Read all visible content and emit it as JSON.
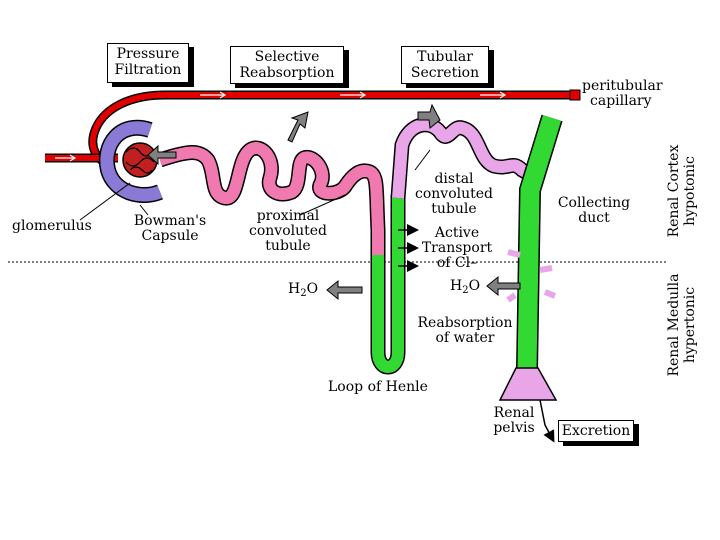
{
  "colors": {
    "capillary": "#e00000",
    "tubule_pink": "#f07ab0",
    "tubule_light": "#e8a6e8",
    "loop_green": "#33d933",
    "capsule": "#8a7ad6",
    "arrow_gray": "#808080"
  },
  "process_labels": {
    "pressure_filtration": [
      "Pressure",
      "Filtration"
    ],
    "selective_reabsorption": [
      "Selective",
      "Reabsorption"
    ],
    "tubular_secretion": [
      "Tubular",
      "Secretion"
    ],
    "excretion": "Excretion"
  },
  "structure_labels": {
    "peritubular_capillary": [
      "peritubular",
      "capillary"
    ],
    "glomerulus": "glomerulus",
    "bowmans_capsule": [
      "Bowman's",
      "Capsule"
    ],
    "proximal_tubule": [
      "proximal",
      "convoluted",
      "tubule"
    ],
    "distal_tubule": [
      "distal",
      "convoluted",
      "tubule"
    ],
    "collecting_duct": [
      "Collecting",
      "duct"
    ],
    "active_transport": [
      "Active",
      "Transport",
      "of Cl–"
    ],
    "h2o_left": "H",
    "h2o_right": "H",
    "water_sub": "2",
    "water_o": "O",
    "reabsorption_water": [
      "Reabsorption",
      "of water"
    ],
    "loop_of_henle": "Loop of Henle",
    "renal_pelvis": [
      "Renal",
      "pelvis"
    ]
  },
  "region_labels": {
    "cortex": [
      "Renal Cortex",
      "hypotonic"
    ],
    "medulla": [
      "Renal Medulla",
      "hypertonic"
    ]
  }
}
